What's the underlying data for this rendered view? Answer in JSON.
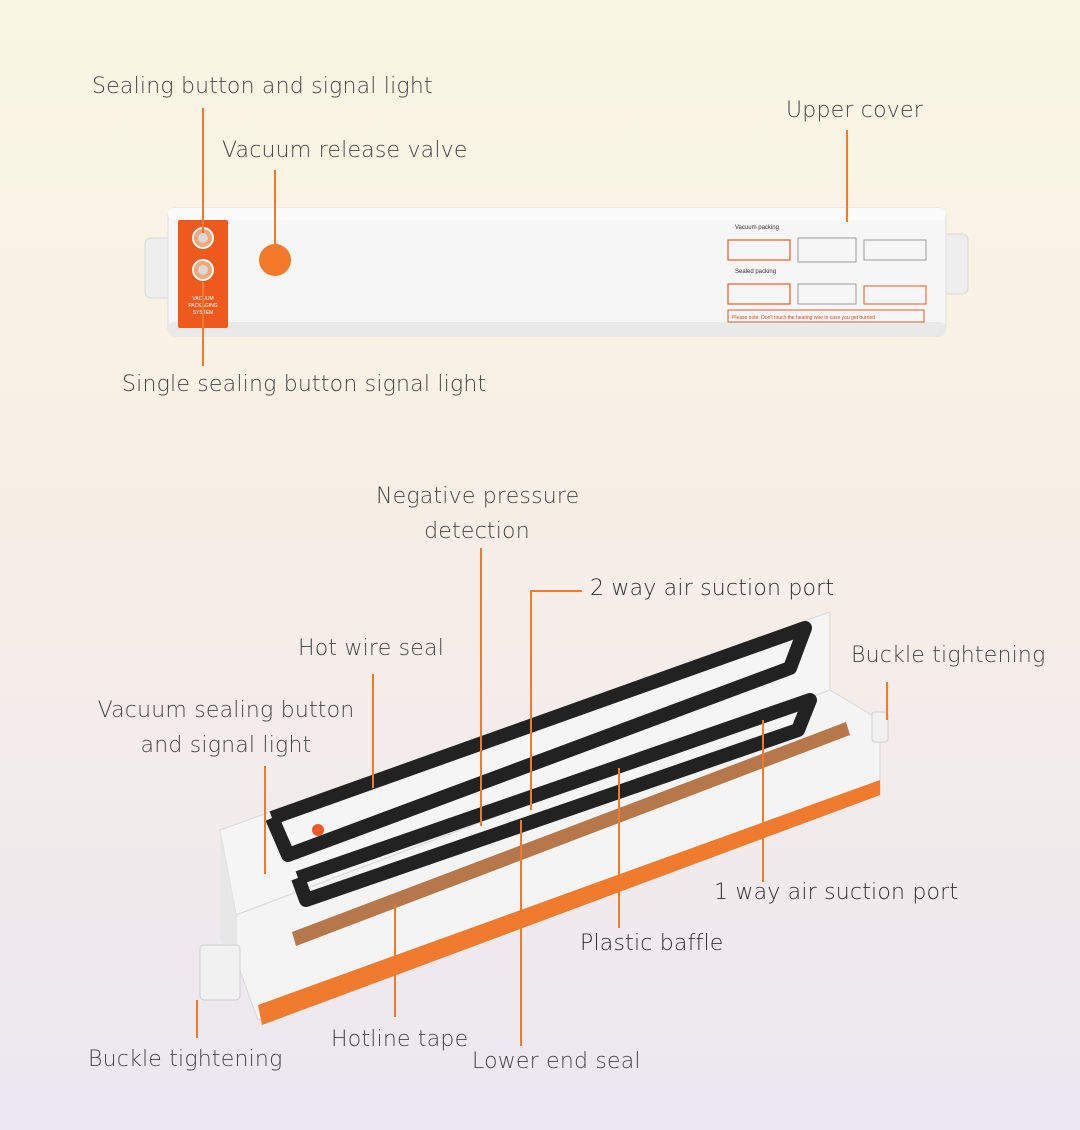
{
  "labels": {
    "sealing_button_light": "Sealing button and signal light",
    "vacuum_release_valve": "Vacuum release valve",
    "upper_cover": "Upper cover",
    "single_sealing_light": "Single sealing button signal light",
    "negative_pressure_1": "Negative pressure",
    "negative_pressure_2": "detection",
    "two_way_port": "2 way air suction port",
    "hot_wire_seal": "Hot wire seal",
    "buckle_tightening_right": "Buckle tightening",
    "vacuum_button_1": "Vacuum sealing button",
    "vacuum_button_2": "and signal light",
    "one_way_port": "1 way air suction port",
    "plastic_baffle": "Plastic baffle",
    "hotline_tape": "Hotline tape",
    "lower_end_seal": "Lower end seal",
    "buckle_tightening_left": "Buckle tightening"
  },
  "panel_text": {
    "line1": "VACUUM",
    "line2": "PACKAGING",
    "line3": "SYSTEM"
  },
  "instructions": {
    "vacuum_title": "Vacuum packing",
    "sealed_title": "Sealed packing",
    "warning": "Please note: Don't touch the heating wire in case you get burned"
  },
  "colors": {
    "accent": "#f07a2e",
    "device_body": "#f4f4f4",
    "panel": "#ee5a1e"
  }
}
